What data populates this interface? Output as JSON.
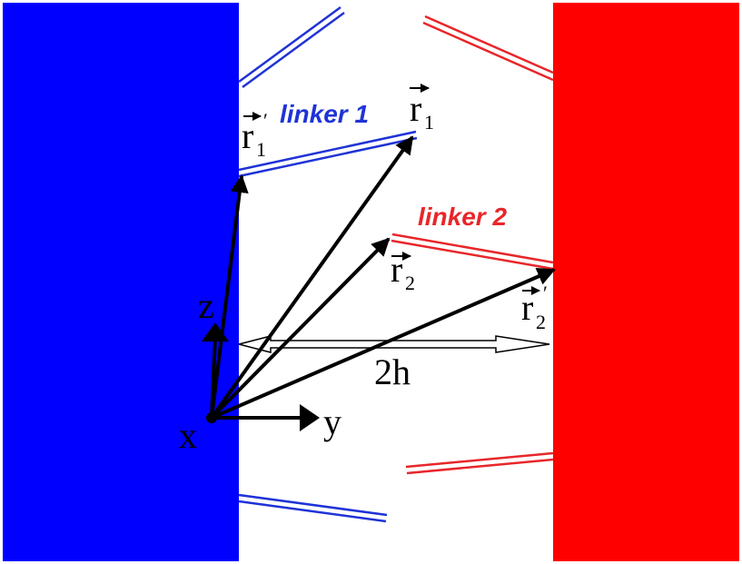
{
  "colors": {
    "left_wall": "#0000ff",
    "right_wall": "#ff0000",
    "background": "#ffffff",
    "linker_1": "#1f33d6",
    "linker_2": "#e8262a",
    "vectors": "#000000"
  },
  "labels": {
    "linker_1": "linker 1",
    "linker_2": "linker 2",
    "r1_base": "r",
    "r1_sub": "1",
    "r1_prime_base": "r",
    "r1_prime_sub": "1",
    "r2_base": "r",
    "r2_sub": "2",
    "r2_prime_base": "r",
    "r2_prime_sub": "2",
    "prime_mark": "′",
    "separation": "2h",
    "axis_x": "x",
    "axis_y": "y",
    "axis_z": "z"
  }
}
